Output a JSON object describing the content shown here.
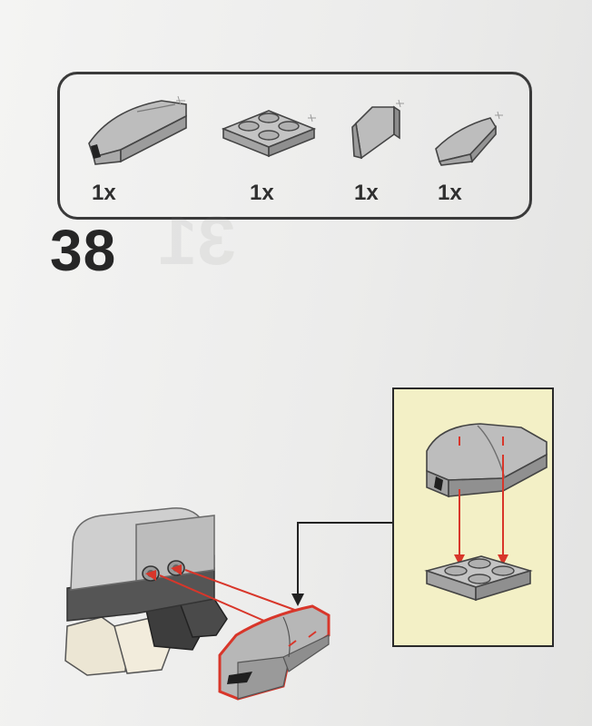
{
  "step": {
    "number": "38",
    "ghost_number": "31"
  },
  "parts_list": [
    {
      "name": "curved-slope-brick",
      "quantity": "1x"
    },
    {
      "name": "plate-2x2",
      "quantity": "1x"
    },
    {
      "name": "slope-wedge-small",
      "quantity": "1x"
    },
    {
      "name": "curved-wedge-small",
      "quantity": "1x"
    }
  ],
  "colors": {
    "part_gray": "#b9b9b9",
    "part_dark_gray": "#8e8e8e",
    "arrow_red": "#d8362a",
    "callout_background": "#f3f0c6",
    "highlight_outline": "#d8362a",
    "text_dark": "#2f2f2f"
  }
}
